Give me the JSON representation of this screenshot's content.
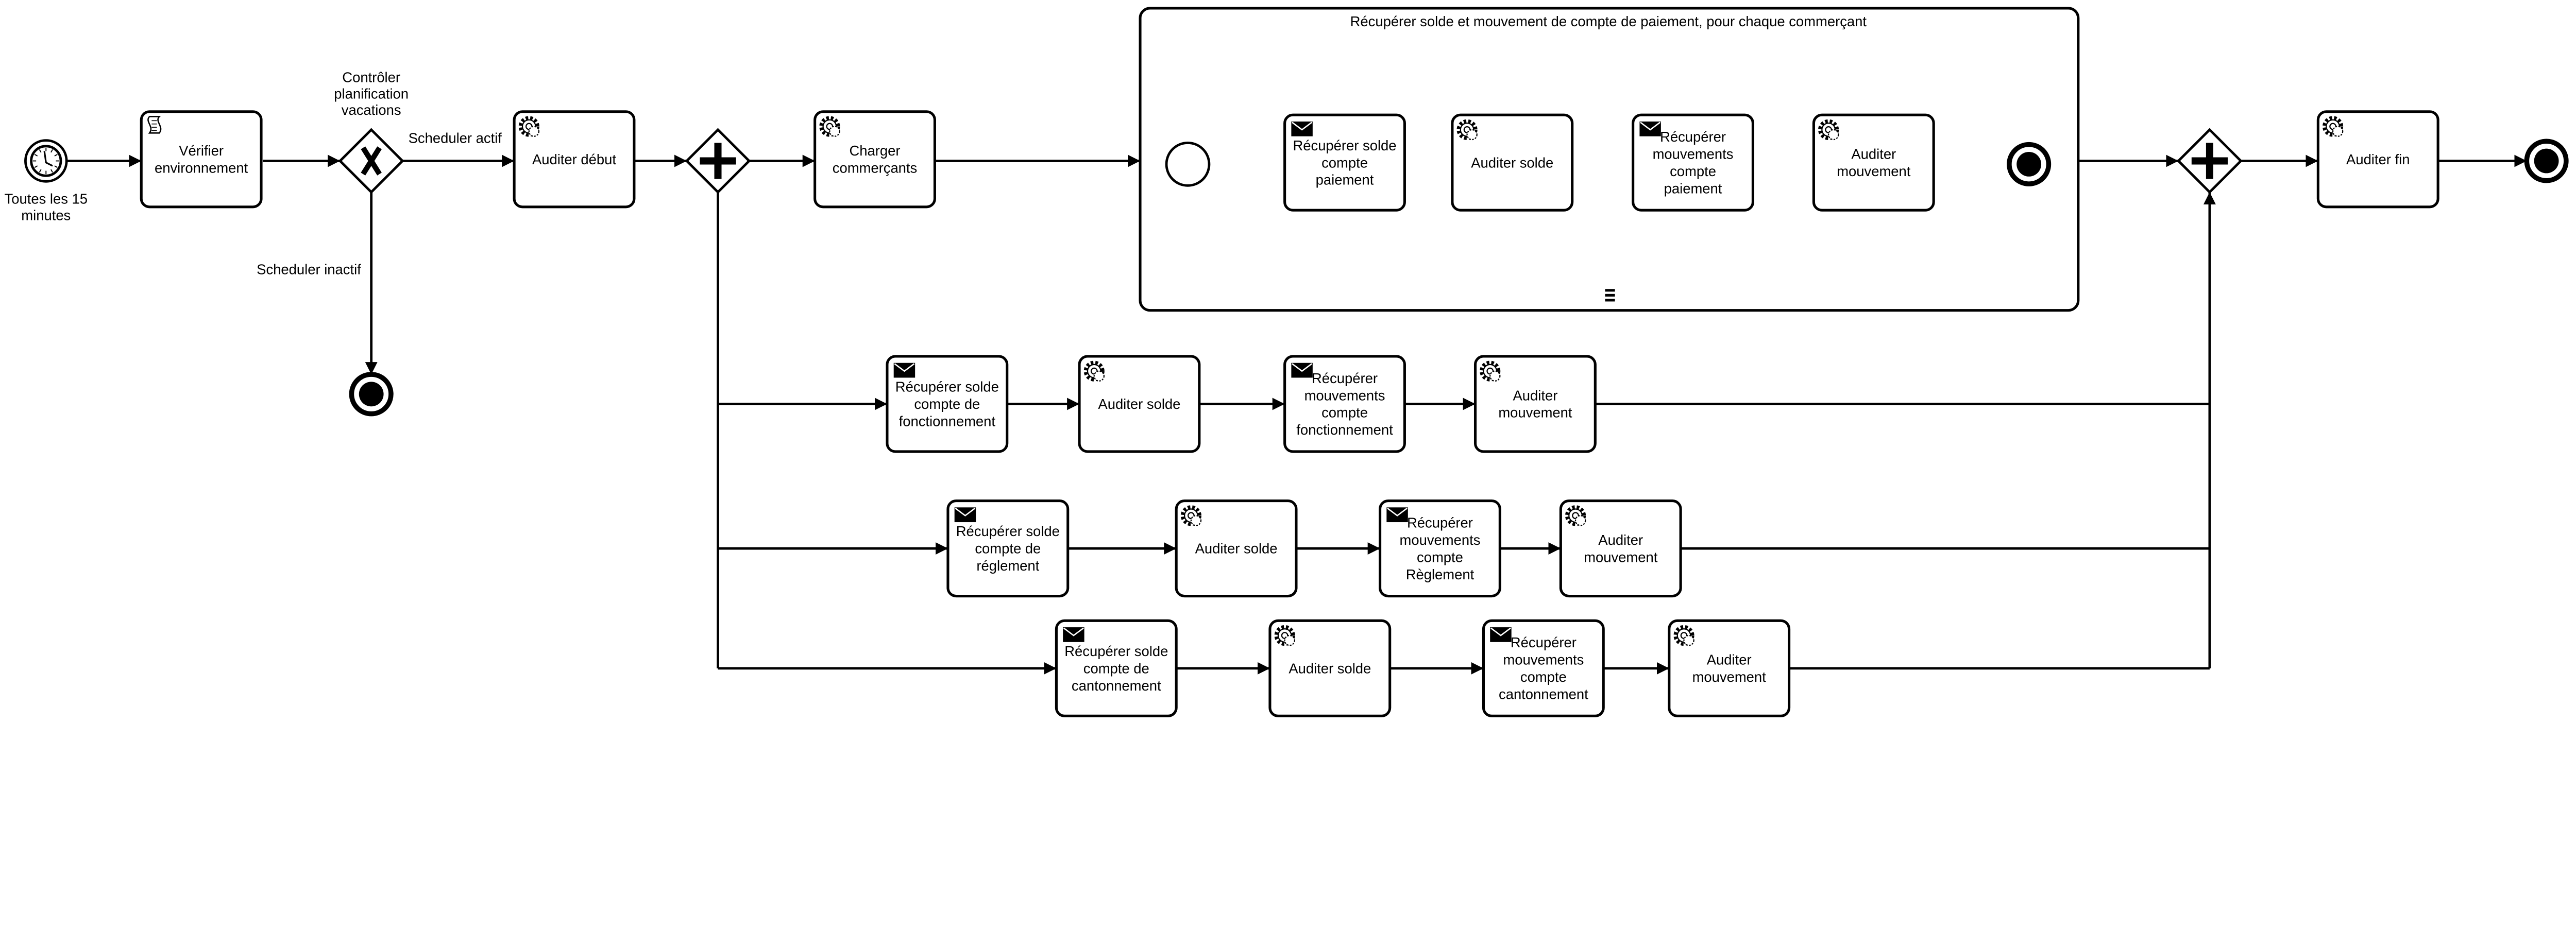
{
  "colors": {
    "stroke": "#000000",
    "fill": "#ffffff"
  },
  "events": {
    "start": {
      "type": "timer-start",
      "label": [
        "Toutes les 15",
        "minutes"
      ]
    },
    "end_inactive": {
      "type": "end"
    },
    "end_final": {
      "type": "end"
    },
    "sub_start": {
      "type": "start"
    },
    "sub_end": {
      "type": "end"
    }
  },
  "gateways": {
    "xor": {
      "type": "exclusive",
      "label": [
        "Contrôler",
        "planification",
        "vacations"
      ]
    },
    "fork": {
      "type": "parallel"
    },
    "join": {
      "type": "parallel"
    }
  },
  "flow_labels": {
    "active": "Scheduler actif",
    "inactive": "Scheduler inactif"
  },
  "subprocess": {
    "title": "Récupérer solde et mouvement de compte de paiement, pour chaque commerçant",
    "marker": "sequential-multi-instance-icon"
  },
  "tasks": [
    {
      "id": "verifier",
      "icon": "script",
      "lines": [
        "Vérifier",
        "environnement"
      ]
    },
    {
      "id": "audit_debut",
      "icon": "service",
      "lines": [
        "Auditer début"
      ]
    },
    {
      "id": "charger",
      "icon": "service",
      "lines": [
        "Charger",
        "commerçants"
      ]
    },
    {
      "id": "s1",
      "icon": "send",
      "lines": [
        "Récupérer solde",
        "compte",
        "paiement"
      ]
    },
    {
      "id": "s2",
      "icon": "service",
      "lines": [
        "Auditer solde"
      ]
    },
    {
      "id": "s3",
      "icon": "send",
      "lines": [
        "Récupérer",
        "mouvements",
        "compte",
        "paiement"
      ]
    },
    {
      "id": "s4",
      "icon": "service",
      "lines": [
        "Auditer",
        "mouvement"
      ]
    },
    {
      "id": "a1",
      "icon": "send",
      "lines": [
        "Récupérer solde",
        "compte de",
        "fonctionnement"
      ]
    },
    {
      "id": "a2",
      "icon": "service",
      "lines": [
        "Auditer solde"
      ]
    },
    {
      "id": "a3",
      "icon": "send",
      "lines": [
        "Récupérer",
        "mouvements",
        "compte",
        "fonctionnement"
      ]
    },
    {
      "id": "a4",
      "icon": "service",
      "lines": [
        "Auditer",
        "mouvement"
      ]
    },
    {
      "id": "b1",
      "icon": "send",
      "lines": [
        "Récupérer solde",
        "compte de",
        "réglement"
      ]
    },
    {
      "id": "b2",
      "icon": "service",
      "lines": [
        "Auditer solde"
      ]
    },
    {
      "id": "b3",
      "icon": "send",
      "lines": [
        "Récupérer",
        "mouvements",
        "compte",
        "Règlement"
      ]
    },
    {
      "id": "b4",
      "icon": "service",
      "lines": [
        "Auditer",
        "mouvement"
      ]
    },
    {
      "id": "c1",
      "icon": "send",
      "lines": [
        "Récupérer solde",
        "compte de",
        "cantonnement"
      ]
    },
    {
      "id": "c2",
      "icon": "service",
      "lines": [
        "Auditer solde"
      ]
    },
    {
      "id": "c3",
      "icon": "send",
      "lines": [
        "Récupérer",
        "mouvements",
        "compte",
        "cantonnement"
      ]
    },
    {
      "id": "c4",
      "icon": "service",
      "lines": [
        "Auditer",
        "mouvement"
      ]
    },
    {
      "id": "audit_fin",
      "icon": "service",
      "lines": [
        "Auditer fin"
      ]
    }
  ]
}
